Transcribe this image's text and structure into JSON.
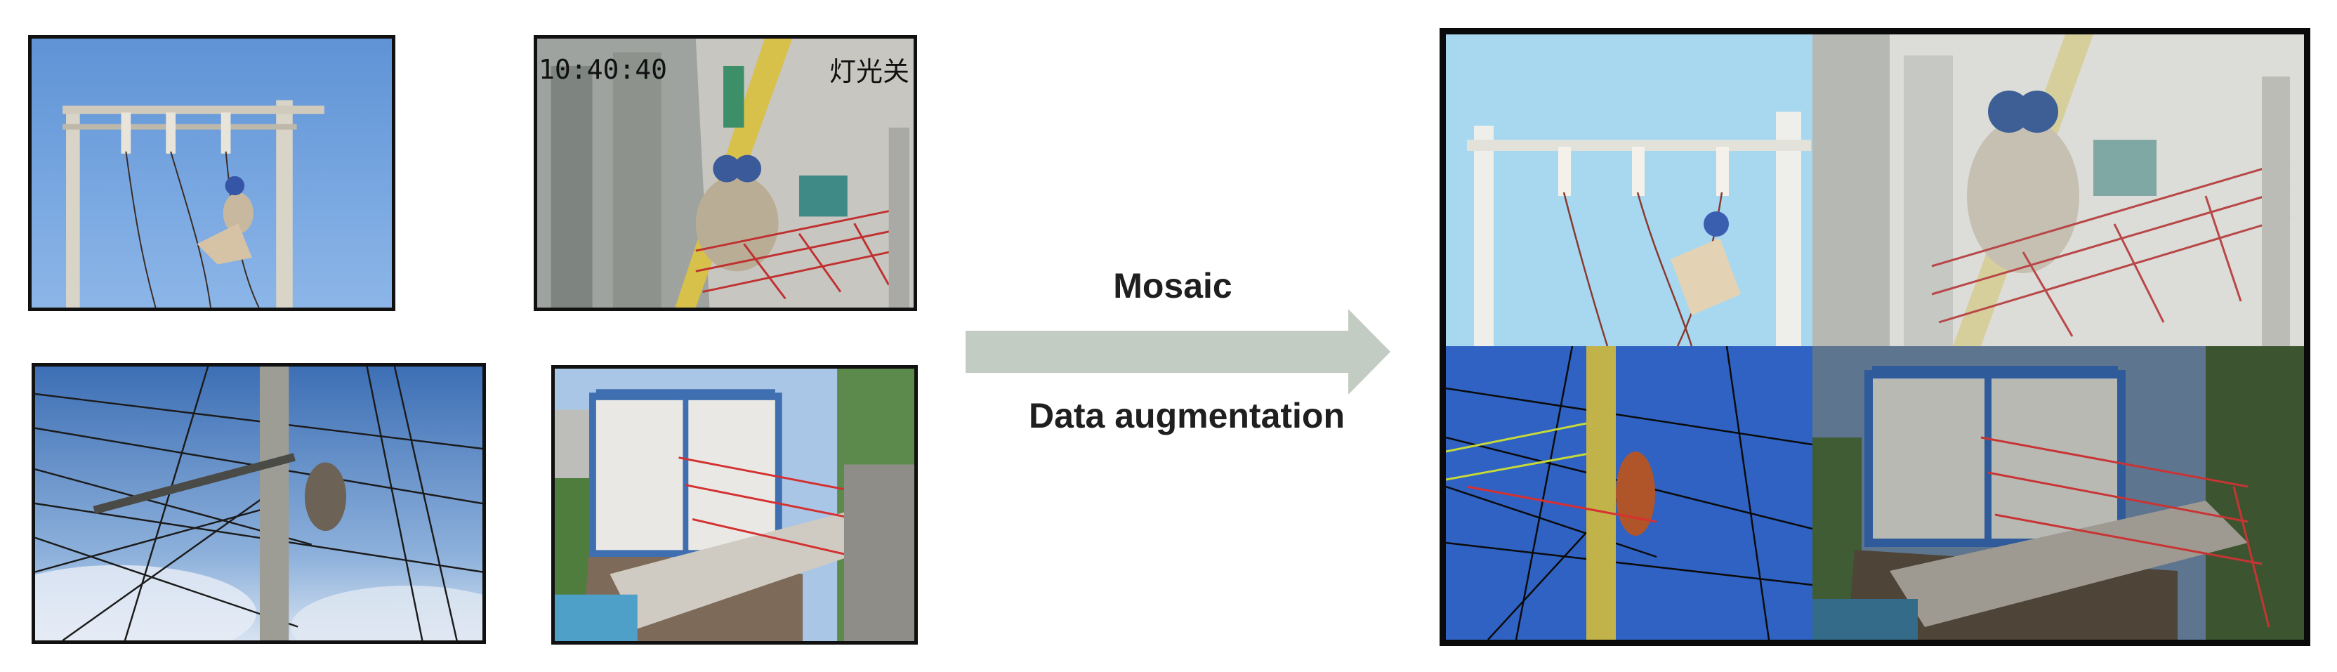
{
  "arrow": {
    "top_label": "Mosaic",
    "bottom_label": "Data augmentation",
    "color": "#c3ccc2"
  },
  "source_images": [
    {
      "name": "pole-climbing-blue-sky"
    },
    {
      "name": "cctv-worker-sidewalk",
      "timestamp": "10:40:40",
      "overlay_text": "灯光关"
    },
    {
      "name": "pole-wires-cloudy-sky"
    },
    {
      "name": "substation-box-street"
    }
  ],
  "colors": {
    "frame": "#111111",
    "sky": "#6f9fdb",
    "arrow": "#c3ccc2"
  }
}
